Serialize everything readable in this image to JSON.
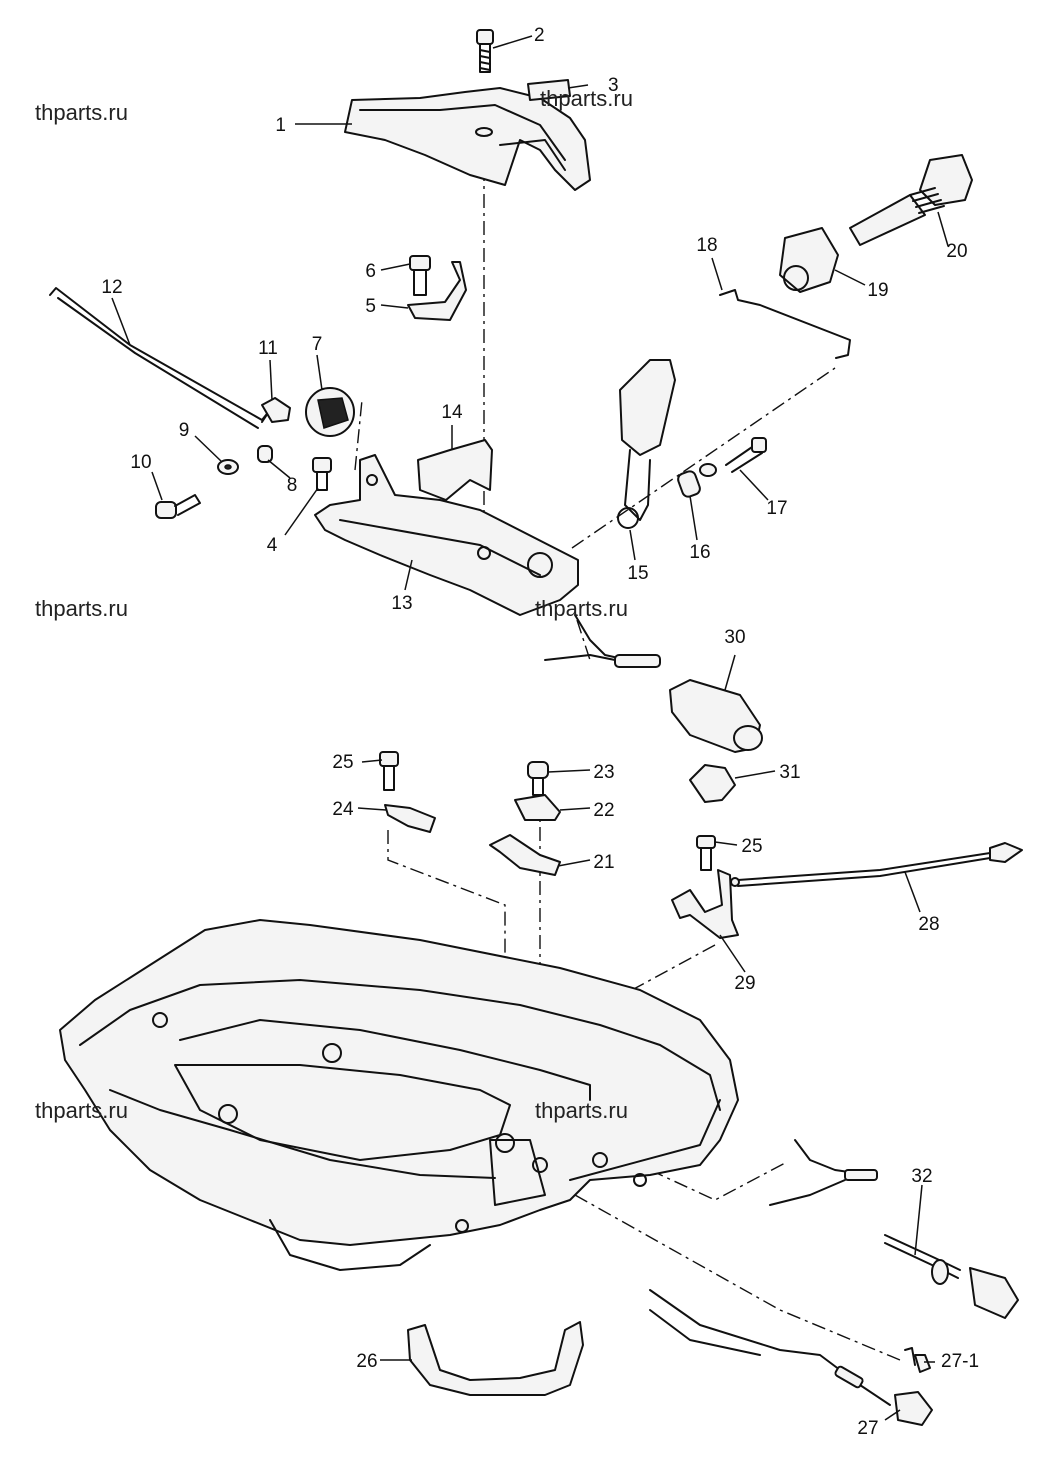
{
  "watermarks": [
    "thparts.ru",
    "thparts.ru",
    "thparts.ru",
    "thparts.ru",
    "thparts.ru"
  ],
  "callouts": {
    "c1": "1",
    "c2": "2",
    "c3": "3",
    "c4": "4",
    "c5": "5",
    "c6": "6",
    "c7": "7",
    "c8": "8",
    "c9": "9",
    "c10": "10",
    "c11": "11",
    "c12": "12",
    "c13": "13",
    "c14": "14",
    "c15": "15",
    "c16": "16",
    "c17": "17",
    "c18": "18",
    "c19": "19",
    "c20": "20",
    "c21": "21",
    "c22": "22",
    "c23": "23",
    "c24": "24",
    "c25a": "25",
    "c25b": "25",
    "c26": "26",
    "c27": "27",
    "c27_1": "27-1",
    "c28": "28",
    "c29": "29",
    "c30": "30",
    "c31": "31",
    "c32": "32"
  }
}
